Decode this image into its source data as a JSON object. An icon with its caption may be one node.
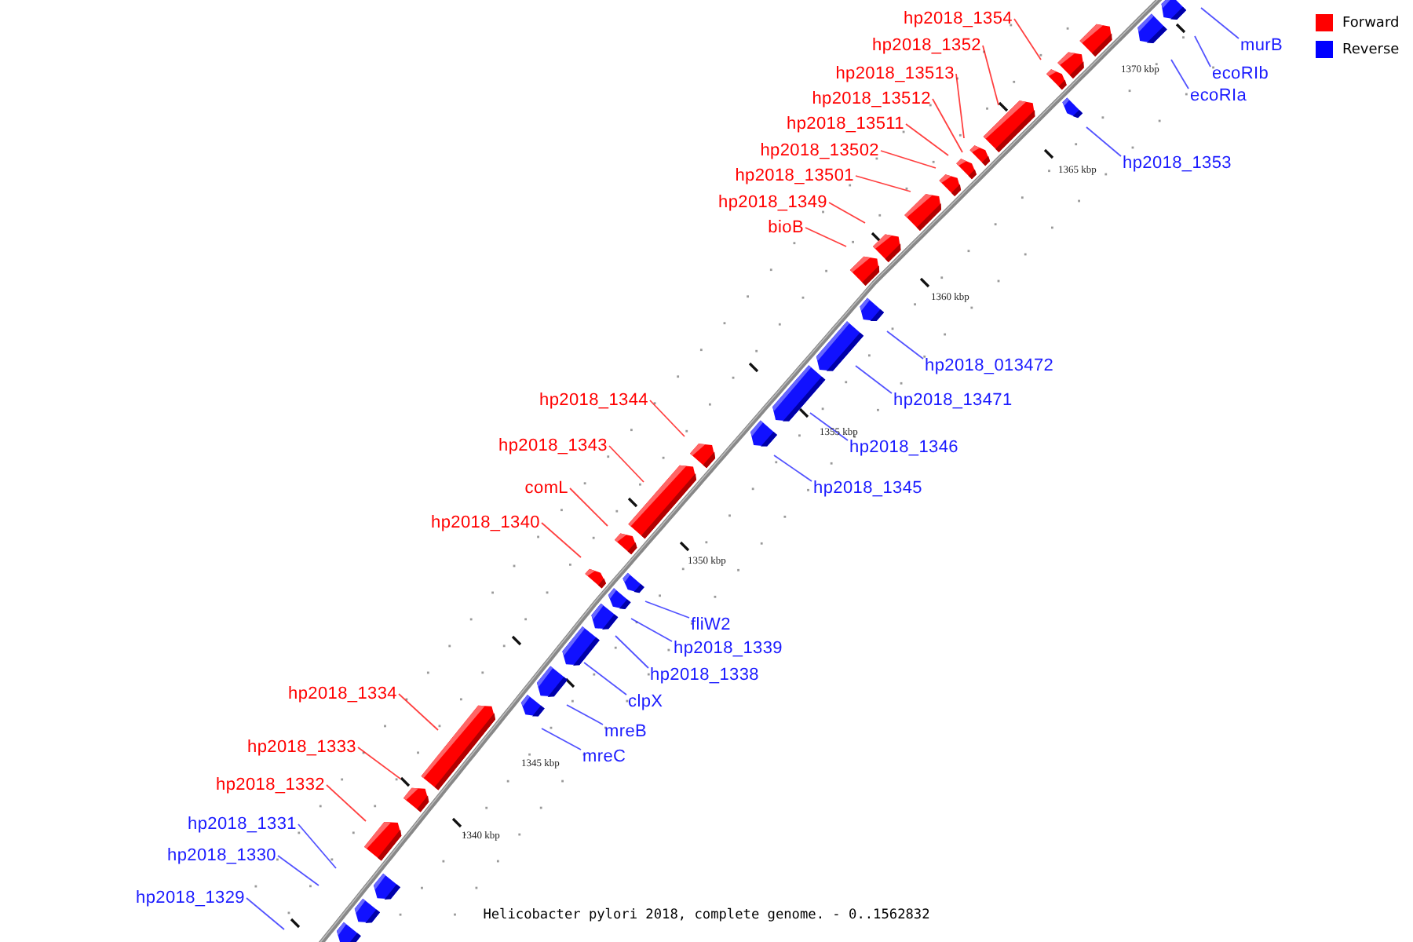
{
  "diagram": {
    "caption": "Helicobacter pylori 2018, complete genome. - 0..1562832",
    "nodes": [
      {
        "text": [
          "hp2018_1354"
        ]
      },
      {
        "text": [
          "hp2018_1352"
        ]
      },
      {
        "text": [
          "murB"
        ]
      },
      {
        "text": [
          "hp2018_13513"
        ]
      },
      {
        "text": [
          "ecoRIb"
        ]
      },
      {
        "text": [
          "ecoRIa"
        ]
      },
      {
        "text": [
          "hp2018_13512"
        ]
      },
      {
        "text": [
          "hp2018_13511"
        ]
      },
      {
        "text": [
          "hp2018_13502"
        ]
      },
      {
        "text": [
          "hp2018_1353"
        ]
      },
      {
        "text": [
          "hp2018_13501"
        ]
      },
      {
        "text": [
          "hp2018_1349"
        ]
      },
      {
        "text": [
          "bioB"
        ]
      },
      {
        "text": [
          "hp2018_013472"
        ]
      },
      {
        "text": [
          "hp2018_1344"
        ]
      },
      {
        "text": [
          "hp2018_13471"
        ]
      },
      {
        "text": [
          "hp2018_1343"
        ]
      },
      {
        "text": [
          "hp2018_1346"
        ]
      },
      {
        "text": [
          "comL"
        ]
      },
      {
        "text": [
          "hp2018_1345"
        ]
      },
      {
        "text": [
          "hp2018_1340"
        ]
      },
      {
        "text": [
          "fliW2"
        ]
      },
      {
        "text": [
          "hp2018_1339"
        ]
      },
      {
        "text": [
          "hp2018_1338"
        ]
      },
      {
        "text": [
          "hp2018_1334"
        ]
      },
      {
        "text": [
          "clpX"
        ]
      },
      {
        "text": [
          "mreB"
        ]
      },
      {
        "text": [
          "hp2018_1333"
        ]
      },
      {
        "text": [
          "mreC"
        ]
      },
      {
        "text": [
          "hp2018_1332"
        ]
      },
      {
        "text": [
          "hp2018_1331"
        ]
      },
      {
        "text": [
          "hp2018_1330"
        ]
      },
      {
        "text": [
          "hp2018_1329"
        ]
      }
    ],
    "edges": [
      {
        "from": 0,
        "to": null,
        "arrow": "none",
        "color": "#ff0000"
      },
      {
        "from": 1,
        "to": null,
        "arrow": "none",
        "color": "#ff0000"
      },
      {
        "from": 2,
        "to": null,
        "arrow": "none"
      },
      {
        "from": 3,
        "to": null,
        "arrow": "none",
        "color": "#ff0000"
      },
      {
        "from": 4,
        "to": null,
        "arrow": "none"
      },
      {
        "from": 5,
        "to": null,
        "arrow": "none"
      },
      {
        "from": 6,
        "to": null,
        "arrow": "none",
        "color": "#ff0000"
      },
      {
        "from": 7,
        "to": null,
        "arrow": "none",
        "color": "#ff0000"
      },
      {
        "from": 8,
        "to": null,
        "arrow": "none",
        "color": "#ff0000"
      },
      {
        "from": 9,
        "to": null,
        "arrow": "none"
      },
      {
        "from": 10,
        "to": null,
        "arrow": "none",
        "color": "#ff0000"
      },
      {
        "from": 11,
        "to": null,
        "arrow": "none",
        "color": "#ff0000"
      },
      {
        "from": 12,
        "to": null,
        "arrow": "none",
        "color": "#ff0000"
      },
      {
        "from": 13,
        "to": null,
        "arrow": "none"
      },
      {
        "from": 14,
        "to": null,
        "arrow": "none",
        "color": "#ff0000"
      },
      {
        "from": 15,
        "to": null,
        "arrow": "none"
      },
      {
        "from": 16,
        "to": null,
        "arrow": "none",
        "color": "#ff0000"
      },
      {
        "from": 17,
        "to": null,
        "arrow": "none"
      },
      {
        "from": 18,
        "to": null,
        "arrow": "none",
        "color": "#ff0000"
      },
      {
        "from": 19,
        "to": null,
        "arrow": "none"
      },
      {
        "from": 20,
        "to": null,
        "arrow": "none",
        "color": "#ff0000"
      },
      {
        "from": 21,
        "to": null,
        "arrow": "none"
      },
      {
        "from": 22,
        "to": null,
        "arrow": "none"
      },
      {
        "from": 23,
        "to": null,
        "arrow": "none"
      },
      {
        "from": 24,
        "to": null,
        "arrow": "none",
        "color": "#ff0000"
      },
      {
        "from": 25,
        "to": null,
        "arrow": "none"
      },
      {
        "from": 26,
        "to": null,
        "arrow": "none"
      },
      {
        "from": 27,
        "to": null,
        "arrow": "none",
        "color": "#ff0000"
      },
      {
        "from": 28,
        "to": null,
        "arrow": "none"
      },
      {
        "from": 29,
        "to": null,
        "arrow": "none",
        "color": "#ff0000"
      },
      {
        "from": 30,
        "to": null,
        "arrow": "none"
      },
      {
        "from": 31,
        "to": null,
        "arrow": "none"
      },
      {
        "from": 32,
        "to": null,
        "arrow": "none"
      }
    ],
    "labels": [
      "1370 kbp",
      "1365 kbp",
      "1360 kbp",
      "1355 kbp",
      "1350 kbp",
      "1345 kbp",
      "1340 kbp"
    ],
    "legend": [
      {
        "text": "Forward",
        "color": "#ff0000"
      },
      {
        "text": "Reverse",
        "color": "#0000ff"
      }
    ]
  }
}
